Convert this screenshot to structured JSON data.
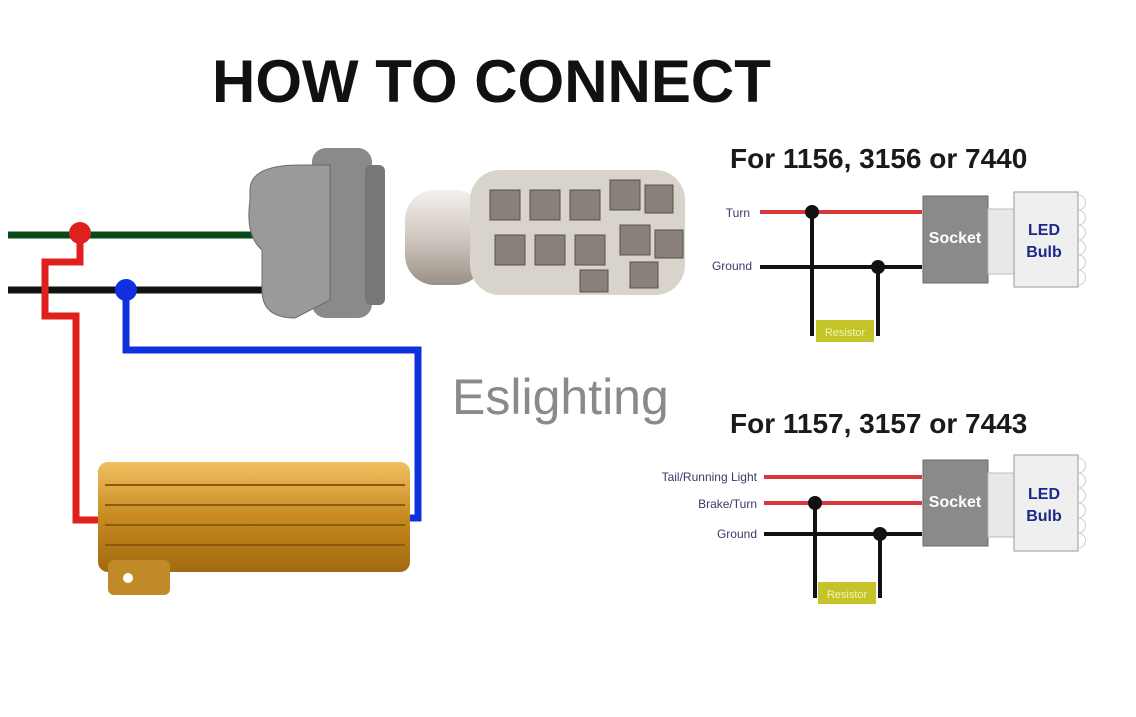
{
  "title": "HOW TO CONNECT",
  "watermark": "Eslighting",
  "diagram1": {
    "heading": "For 1156, 3156 or 7440",
    "wires": [
      "Turn",
      "Ground"
    ],
    "resistor": "Resistor",
    "socket": "Socket",
    "led_line1": "LED",
    "led_line2": "Bulb"
  },
  "diagram2": {
    "heading": "For 1157, 3157 or 7443",
    "wires": [
      "Tail/Running Light",
      "Brake/Turn",
      "Ground"
    ],
    "resistor": "Resistor",
    "socket": "Socket",
    "led_line1": "LED",
    "led_line2": "Bulb"
  },
  "colors": {
    "red": "#e0201c",
    "blue": "#1030e0",
    "green": "#0a4a1a",
    "gold": "#d8a030"
  }
}
